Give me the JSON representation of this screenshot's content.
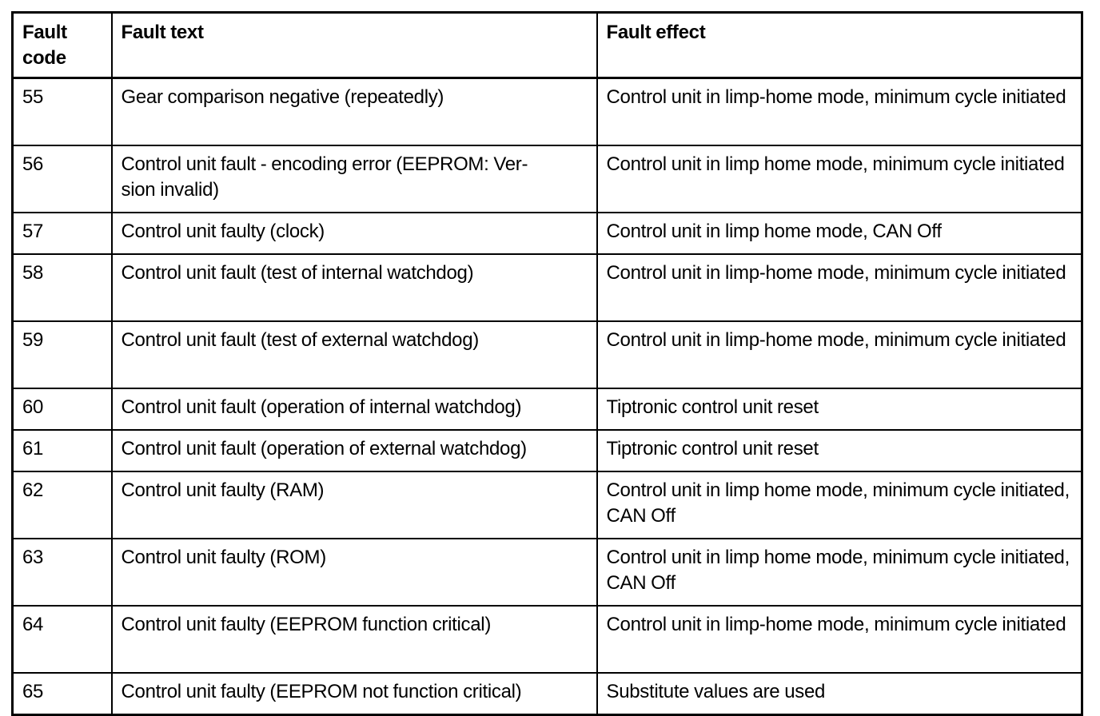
{
  "table": {
    "name": "fault-code-table",
    "columns": [
      {
        "key": "code",
        "label": "Fault\ncode"
      },
      {
        "key": "text",
        "label": "Fault text"
      },
      {
        "key": "effect",
        "label": "Fault effect"
      }
    ],
    "rows": [
      {
        "code": "55",
        "text": "Gear comparison negative (repeatedly)",
        "effect": "Control unit in limp-home mode, minimum cycle initiated",
        "size": "tall"
      },
      {
        "code": "56",
        "text": "Control unit fault - encoding error (EEPROM: Ver-\nsion invalid)",
        "effect": "Control unit in limp home mode, minimum cycle initiated",
        "size": "tall"
      },
      {
        "code": "57",
        "text": "Control unit faulty (clock)",
        "effect": "Control unit in limp home mode, CAN Off",
        "size": "short"
      },
      {
        "code": "58",
        "text": "Control unit fault (test of internal watchdog)",
        "effect": "Control unit in limp-home mode, minimum cycle initiated",
        "size": "tall"
      },
      {
        "code": "59",
        "text": "Control unit fault (test of external watchdog)",
        "effect": "Control unit in limp-home mode, minimum cycle initiated",
        "size": "tall"
      },
      {
        "code": "60",
        "text": "Control unit fault (operation of internal watchdog)",
        "effect": "Tiptronic control unit reset",
        "size": "short"
      },
      {
        "code": "61",
        "text": "Control unit fault (operation of external watchdog)",
        "effect": "Tiptronic control unit reset",
        "size": "short"
      },
      {
        "code": "62",
        "text": "Control unit faulty (RAM)",
        "effect": "Control unit in limp home mode, minimum cycle initiated, CAN Off",
        "size": "tall"
      },
      {
        "code": "63",
        "text": "Control unit faulty (ROM)",
        "effect": "Control unit in limp home mode, minimum cycle initiated, CAN Off",
        "size": "tall"
      },
      {
        "code": "64",
        "text": "Control unit faulty (EEPROM function critical)",
        "effect": "Control unit in limp-home mode, minimum cycle initiated",
        "size": "tall"
      },
      {
        "code": "65",
        "text": "Control unit faulty (EEPROM not function critical)",
        "effect": "Substitute values are used",
        "size": "short"
      }
    ]
  },
  "colors": {
    "border": "#000000",
    "background": "#ffffff",
    "text": "#000000"
  }
}
